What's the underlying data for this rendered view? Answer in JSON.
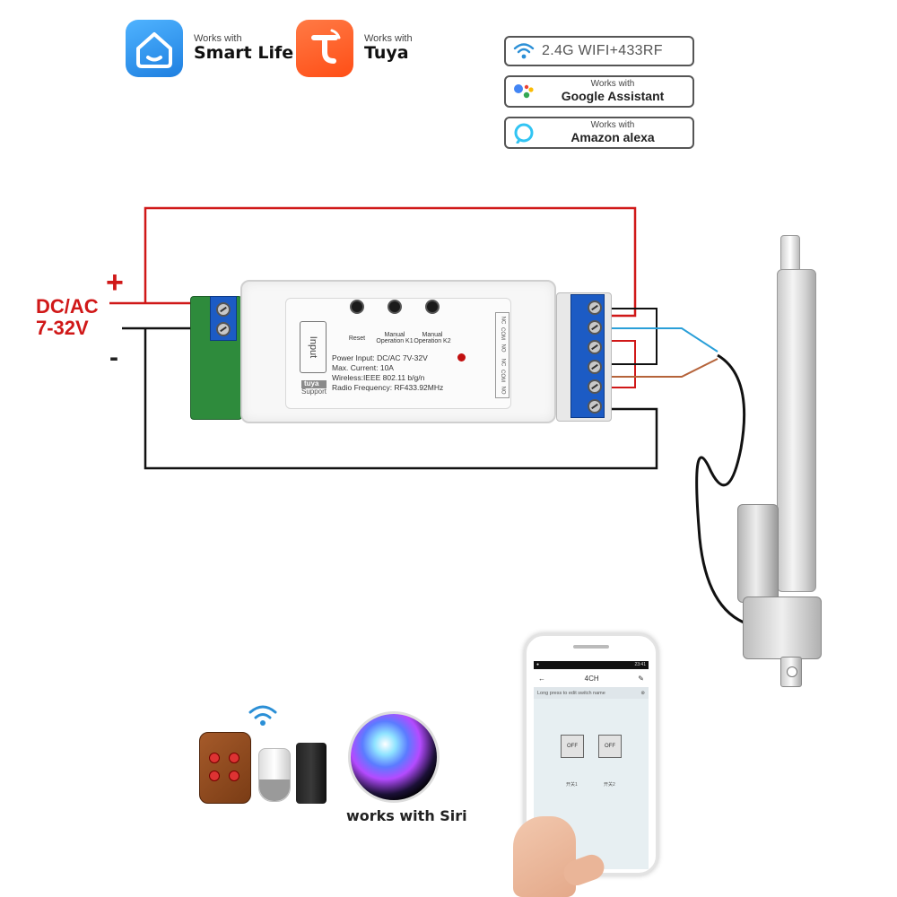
{
  "badges": {
    "smart_life": {
      "small": "Works with",
      "big": "Smart Life",
      "icon": "home-icon"
    },
    "tuya": {
      "small": "Works with",
      "big": "Tuya",
      "icon": "tuya-logo-icon"
    }
  },
  "pills": {
    "wifi": {
      "text": "2.4G WIFI+433RF",
      "icon": "wifi-icon"
    },
    "google": {
      "small": "Works with",
      "big": "Google Assistant",
      "icon": "google-assistant-icon"
    },
    "alexa": {
      "small": "Works with",
      "big": "Amazon alexa",
      "icon": "alexa-icon"
    }
  },
  "power": {
    "line1": "DC/AC",
    "line2": "7-32V",
    "plus": "+",
    "minus": "-"
  },
  "module": {
    "input_label": "Input",
    "brand": "tuya",
    "brand_sub": "Support",
    "buttons": [
      {
        "label": "Reset"
      },
      {
        "label": "Manual Operation K1"
      },
      {
        "label": "Manual Operation K2"
      }
    ],
    "spec": [
      "Power Input:  DC/AC 7V-32V",
      "Max. Current:  10A",
      "Wireless:IEEE 802.11 b/g/n",
      "Radio Frequency:  RF433.92MHz"
    ],
    "terminal_labels": [
      "NC",
      "COM",
      "NO",
      "NC",
      "COM",
      "NO"
    ]
  },
  "phone": {
    "status_left": "●",
    "status_right": "23:41",
    "title": "4CH",
    "hint": "Long press to edit switch name",
    "switches": [
      {
        "state": "OFF",
        "name": "开关1"
      },
      {
        "state": "OFF",
        "name": "开关2"
      }
    ]
  },
  "siri": {
    "label": "works with Siri"
  },
  "colors": {
    "wire_red": "#d01818",
    "wire_black": "#111111",
    "terminal_blue": "#1c5bc4",
    "pcb_green": "#2e8b3c",
    "smart_life_blue": "#1e7fe0",
    "tuya_orange": "#ff4e16"
  }
}
